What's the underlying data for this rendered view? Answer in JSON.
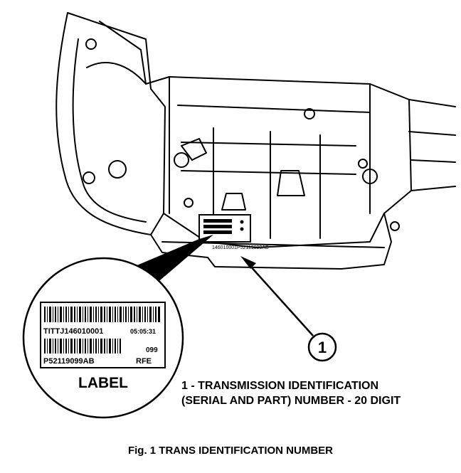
{
  "callout": {
    "number": "1"
  },
  "inset_label": {
    "serial": "TITTJ146010001",
    "time": "05:05:31",
    "code": "099",
    "part_number": "P52119099AB",
    "model": "RFE",
    "caption": "LABEL"
  },
  "small_label_text": "146010001P52119099AB",
  "legend": {
    "line1": "1 - TRANSMISSION IDENTIFICATION",
    "line2": "(SERIAL AND PART) NUMBER - 20 DIGIT"
  },
  "figure_caption": "Fig. 1 TRANS IDENTIFICATION NUMBER"
}
